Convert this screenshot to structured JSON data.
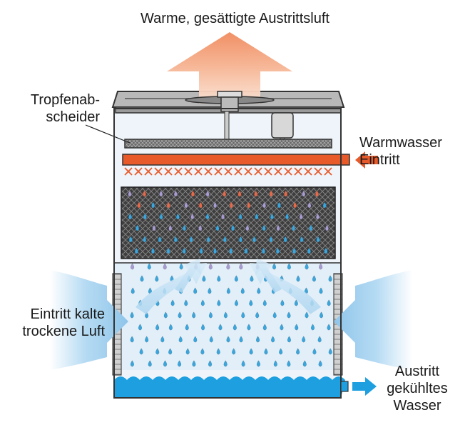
{
  "labels": {
    "top_exhaust": "Warme, gesättigte Austrittsluft",
    "drift_eliminator": "Tropfenab-\nscheider",
    "hot_water_inlet": "Warmwasser\nEintritt",
    "cold_air_inlet": "Eintritt kalte\ntrockene Luft",
    "cooled_water_outlet": "Austritt\ngekühltes\nWasser"
  },
  "colors": {
    "exhaust_arrow": "#f4a07a",
    "hot_water": "#e85a2a",
    "cold_air": "#8ec5ea",
    "water_basin": "#1e9fe0",
    "droplet_blue": "#3aa6dd",
    "droplet_red": "#e56a4a",
    "droplet_purple": "#a79bd0",
    "fill_pack": "#3a3a3a",
    "tower_outline": "#333333"
  },
  "icons": [
    "fan-icon",
    "motor-icon",
    "spray-nozzle-icon",
    "water-droplet-icon"
  ]
}
